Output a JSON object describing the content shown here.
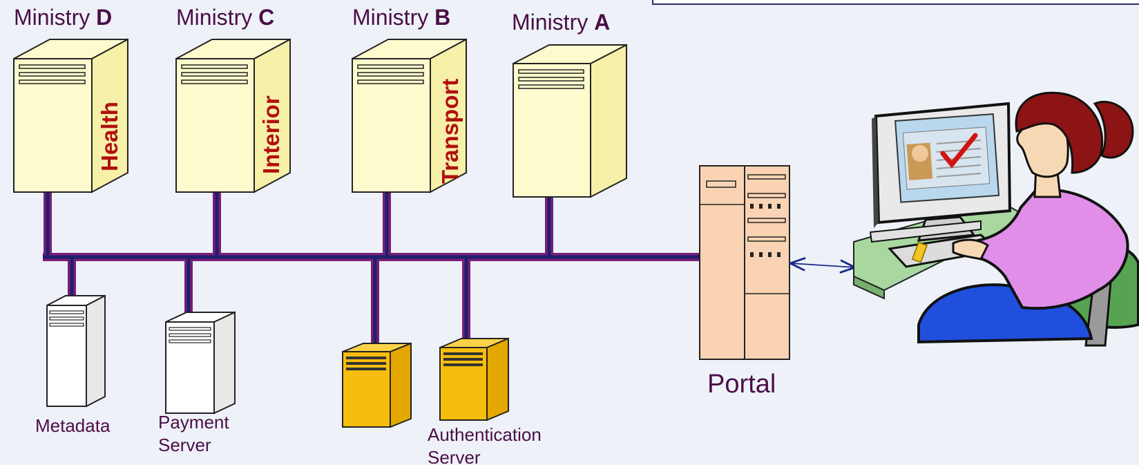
{
  "ministries": [
    {
      "prefix": "Ministry ",
      "letter": "D",
      "department": "Health"
    },
    {
      "prefix": "Ministry ",
      "letter": "C",
      "department": "Interior"
    },
    {
      "prefix": "Ministry ",
      "letter": "B",
      "department": "Transport"
    },
    {
      "prefix": "Ministry ",
      "letter": "A",
      "department": ""
    }
  ],
  "servers": {
    "metadata": "Metadata",
    "payment": [
      "Payment",
      "Server"
    ],
    "authentication": [
      "Authentication",
      "Server"
    ]
  },
  "portal": "Portal",
  "colors": {
    "background": "#eef2f8",
    "ministry_server_fill": "#fdfbcd",
    "bus_outer": "#7a1e7a",
    "bus_inner": "#1f1f6b",
    "label": "#4b0e47",
    "department_text": "#b10f0f",
    "auth_server_fill": "#f7bd0e",
    "portal_fill": "#f9d3b3",
    "arrow": "#1a2a8a"
  }
}
